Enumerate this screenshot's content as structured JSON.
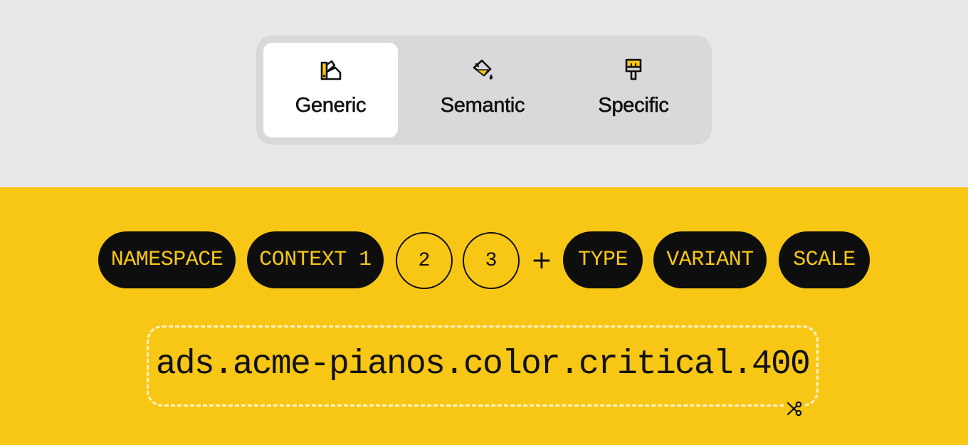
{
  "tabs": [
    {
      "label": "Generic",
      "icon": "swatch-icon",
      "active": true
    },
    {
      "label": "Semantic",
      "icon": "paint-bucket-icon",
      "active": false
    },
    {
      "label": "Specific",
      "icon": "paintbrush-icon",
      "active": false
    }
  ],
  "segments": {
    "namespace": "NAMESPACE",
    "context1": "CONTEXT 1",
    "context2": "2",
    "context3": "3",
    "plus": "+",
    "type": "TYPE",
    "variant": "VARIANT",
    "scale": "SCALE"
  },
  "token": {
    "value": "ads.acme-pianos.color.critical.400",
    "cut_icon": "scissors-icon"
  },
  "colors": {
    "accent_yellow": "#f8c716",
    "pill_black": "#0e0e0e",
    "top_background": "#e8e8e9",
    "tabbar_background": "#d9d9dc",
    "dashed_border": "#fdf3c8"
  }
}
